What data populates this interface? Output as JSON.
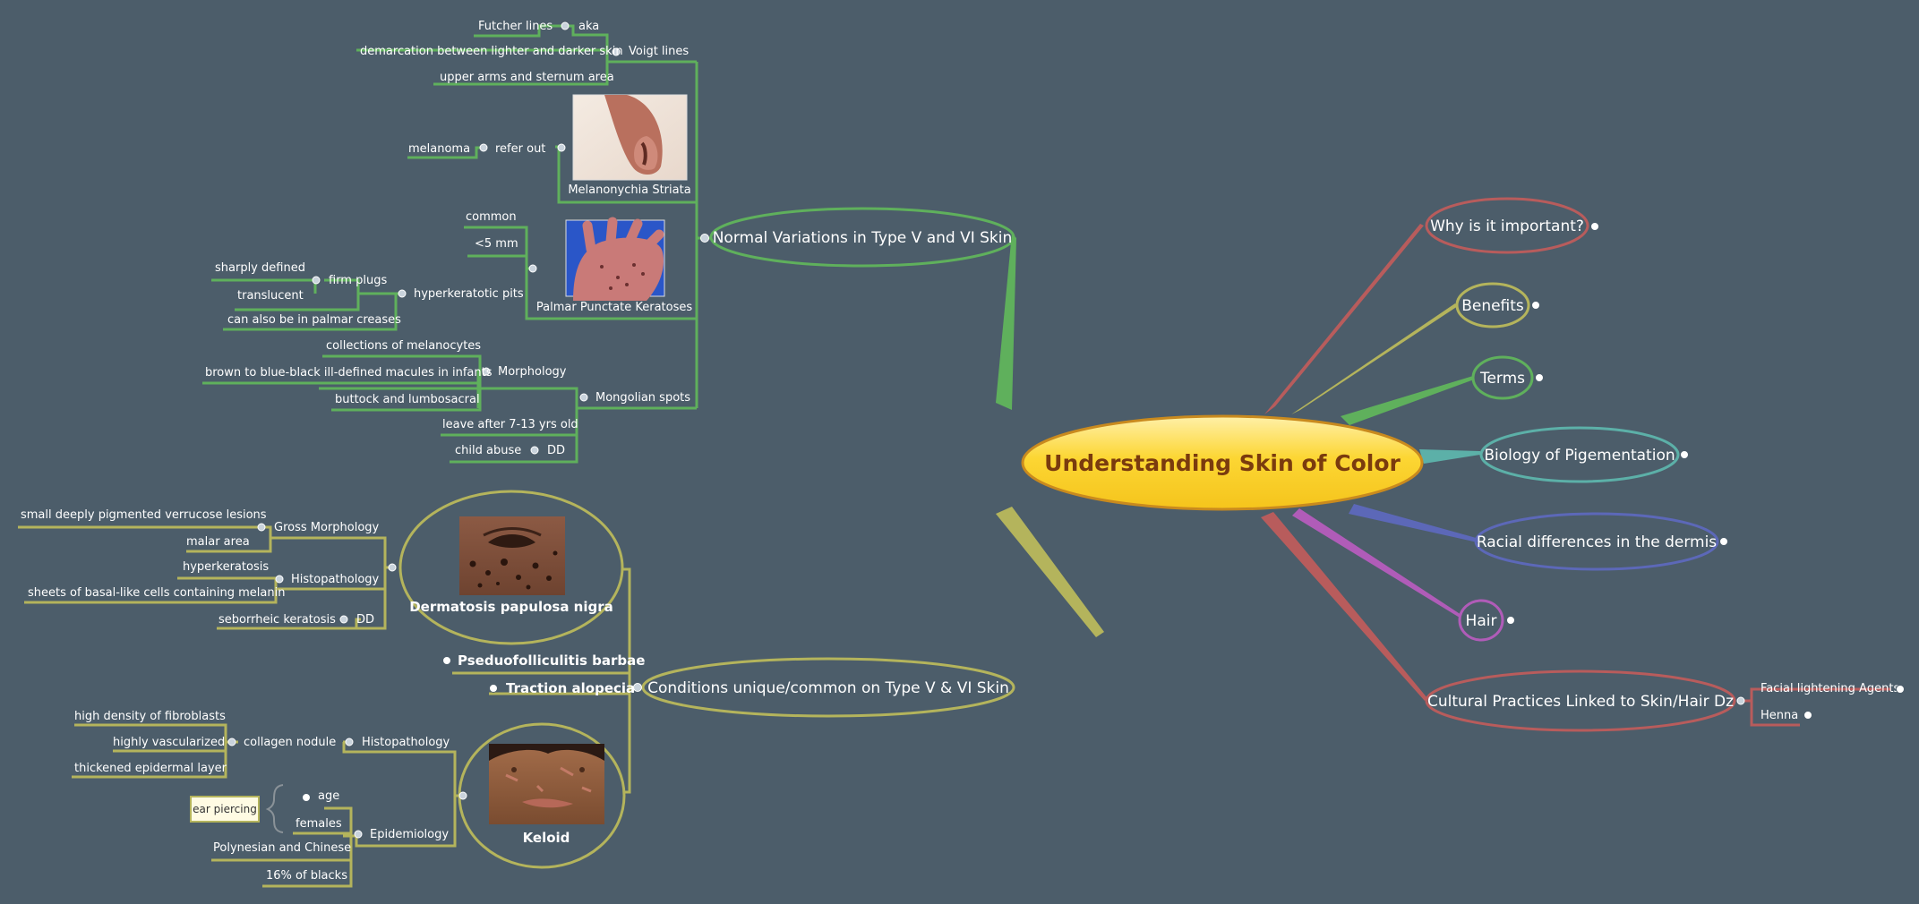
{
  "central": {
    "title": "Understanding Skin of Color"
  },
  "colors": {
    "red": "#b85c5c",
    "olive": "#b4b45c",
    "green": "#5fb05c",
    "teal": "#5cb0a8",
    "blue": "#5c68b8",
    "purple": "#b05cb8",
    "central_fill": "#fcd232",
    "central_text": "#7a3b0e",
    "background": "#4c5d6a"
  },
  "right_topics": {
    "why": "Why is it important?",
    "benefits": "Benefits",
    "terms": "Terms",
    "biology": "Biology of Pigementation",
    "racial": "Racial differences in the dermis",
    "hair": "Hair",
    "cultural": "Cultural Practices Linked to Skin/Hair Dz",
    "cultural_children": [
      "Facial lightening Agents",
      "Henna"
    ]
  },
  "normal": {
    "title": "Normal Variations in Type V and VI Skin",
    "voigt": {
      "label": "Voigt lines",
      "children": [
        "demarcation between lighter and darker skin",
        "upper arms and sternum area"
      ],
      "aka": "aka",
      "aka_value": "Futcher lines"
    },
    "melanonychia": {
      "caption": "Melanonychia Striata",
      "refer": "refer out",
      "refer_child": "melanoma"
    },
    "palmar": {
      "caption": "Palmar Punctate Keratoses",
      "items": [
        "common",
        "<5 mm"
      ],
      "pits": "hyperkeratotic pits",
      "plugs": "firm plugs",
      "plug_children": [
        "sharply defined",
        "translucent"
      ],
      "creases": "can also be in palmar creases"
    },
    "mongolian": {
      "label": "Mongolian spots",
      "morphology": "Morphology",
      "morph_children": [
        "collections of melanocytes",
        "brown to blue-black ill-defined macules in infants",
        "buttock and lumbosacral"
      ],
      "leave": "leave after 7-13 yrs old",
      "dd": "DD",
      "dd_child": "child abuse"
    }
  },
  "conditions": {
    "title": "Conditions unique/common on Type V & VI Skin",
    "dpn": {
      "caption": "Dermatosis papulosa nigra",
      "gross": "Gross Morphology",
      "gross_children": [
        "small deeply pigmented verrucose lesions",
        "malar area"
      ],
      "histo": "Histopathology",
      "histo_children": [
        "hyperkeratosis",
        "sheets of basal-like cells containing melanin"
      ],
      "dd": "DD",
      "dd_child": "seborrheic keratosis"
    },
    "pfb": "Pseduofolliculitis barbae",
    "traction": "Traction alopecia",
    "keloid": {
      "caption": "Keloid",
      "histo": "Histopathology",
      "nodule": "collagen nodule",
      "nodule_children": [
        "high density of fibroblasts",
        "highly vascularized",
        "thickened epidermal layer"
      ],
      "epi": "Epidemiology",
      "epi_children": [
        "age",
        "females",
        "Polynesian and Chinese",
        "16% of blacks"
      ],
      "note": "ear piercing"
    }
  }
}
